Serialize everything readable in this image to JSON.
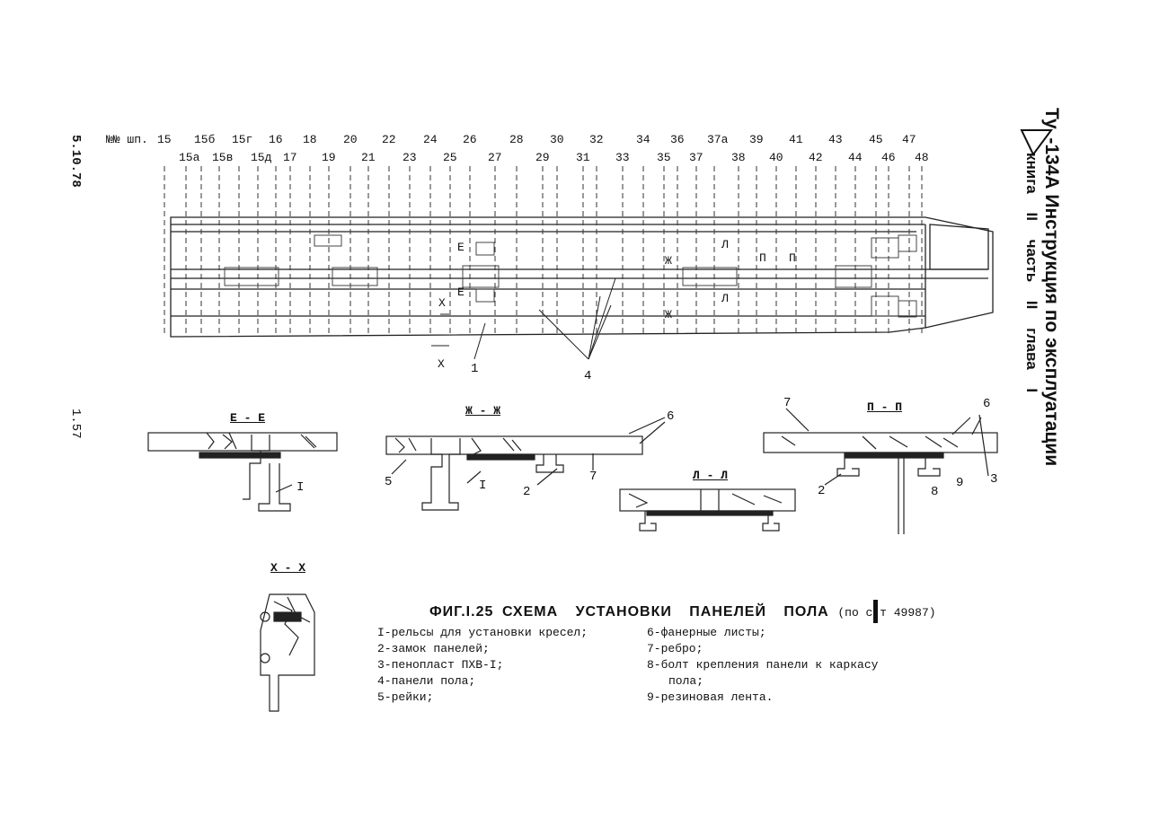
{
  "side": {
    "date": "5.10.78",
    "page": "1.57"
  },
  "header": {
    "logo_text": "Ту",
    "title": "-134А Инструкция по эксплуатации",
    "subtitle": "книга II часть II глава I"
  },
  "plan": {
    "frame_prefix": "№№ шп.",
    "frames_top": [
      "15",
      "15б",
      "15г",
      "16",
      "18",
      "20",
      "22",
      "24",
      "26",
      "28",
      "30",
      "32",
      "34",
      "36",
      "37а",
      "39",
      "41",
      "43",
      "45",
      "47"
    ],
    "frames_bottom": [
      "15а",
      "15в",
      "15д",
      "17",
      "19",
      "21",
      "23",
      "25",
      "27",
      "29",
      "31",
      "33",
      "35",
      "37",
      "38",
      "40",
      "42",
      "44",
      "46",
      "48"
    ],
    "section_marks": [
      "Е",
      "Е",
      "Ж",
      "Ж",
      "Л",
      "Л",
      "П",
      "П",
      "Х",
      "Х"
    ],
    "callouts": [
      "1",
      "4"
    ]
  },
  "sections": [
    {
      "title": "Е - Е",
      "callouts": [
        "I"
      ]
    },
    {
      "title": "Ж - Ж",
      "callouts": [
        "6",
        "5",
        "I",
        "2",
        "7"
      ]
    },
    {
      "title": "Л - Л",
      "callouts": []
    },
    {
      "title": "П - П",
      "callouts": [
        "7",
        "6",
        "2",
        "8",
        "9",
        "3"
      ]
    },
    {
      "title": "Х - Х",
      "callouts": []
    }
  ],
  "caption": {
    "fig": "ФИГ.I.25",
    "title": "СХЕМА УСТАНОВКИ ПАНЕЛЕЙ ПОЛА",
    "ref": "(по с-т 49987)"
  },
  "legend_left": [
    "I-рельсы для установки кресел;",
    "2-замок панелей;",
    "3-пенопласт ПХВ-I;",
    "4-панели пола;",
    "5-рейки;"
  ],
  "legend_right": [
    "6-фанерные листы;",
    "7-ребро;",
    "8-болт крепления панели к каркасу",
    "пола;",
    "9-резиновая лента."
  ]
}
